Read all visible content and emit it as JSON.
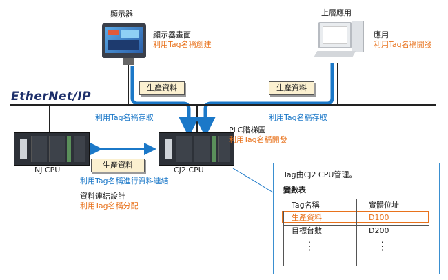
{
  "network_label": "EtherNet/IP",
  "display": {
    "device_label": "顯示器",
    "screen_label": "顯示器畫面",
    "screen_note": "利用Tag名稱創建"
  },
  "host": {
    "device_label": "上層應用",
    "app_label": "應用",
    "app_note": "利用Tag名稱開發"
  },
  "plc": {
    "ladder_label": "PLC階梯圖",
    "ladder_note": "利用Tag名稱開發",
    "cj2_label": "CJ2 CPU",
    "nj_label": "NJ CPU"
  },
  "flows": {
    "tag_display": "生產資料",
    "tag_host": "生產資料",
    "tag_link": "生產資料",
    "access_left": "利用Tag名稱存取",
    "access_right": "利用Tag名稱存取",
    "link_note": "利用Tag名稱進行資料連結",
    "link_design": "資料連結設計",
    "link_alloc": "利用Tag名稱分配"
  },
  "panel": {
    "heading": "Tag由CJ2 CPU管理。",
    "table_title": "變數表",
    "col_tag": "Tag名稱",
    "col_addr": "實體位址",
    "rows": [
      {
        "tag": "生產資料",
        "addr": "D100"
      },
      {
        "tag": "目標台數",
        "addr": "D200"
      }
    ],
    "ellipsis": "⋮"
  },
  "colors": {
    "arrow_blue": "#1b78c8",
    "highlight": "#e8721c",
    "tag_fill": "#fbf0d0"
  }
}
